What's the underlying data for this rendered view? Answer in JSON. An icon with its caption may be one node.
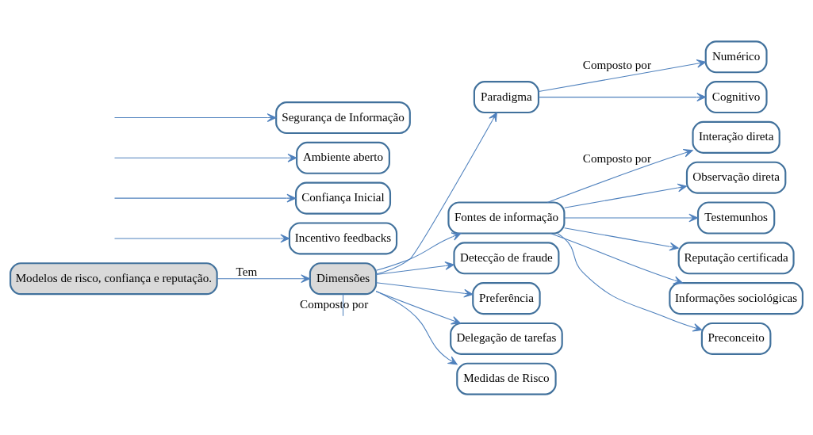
{
  "diagram": {
    "nodes": [
      {
        "text": [
          "Modelos de risco, confiança e reputação."
        ]
      },
      {
        "text": [
          "Dimensões"
        ]
      },
      {
        "text": [
          "Paradigma"
        ]
      },
      {
        "text": [
          "Fontes de informação"
        ]
      },
      {
        "text": [
          "Detecção de fraude"
        ]
      },
      {
        "text": [
          "Preferência"
        ]
      },
      {
        "text": [
          "Delegação de tarefas"
        ]
      },
      {
        "text": [
          "Medidas de Risco"
        ]
      },
      {
        "text": [
          "Numérico"
        ]
      },
      {
        "text": [
          "Cognitivo"
        ]
      },
      {
        "text": [
          "Interação direta"
        ]
      },
      {
        "text": [
          "Observação direta"
        ]
      },
      {
        "text": [
          "Testemunhos"
        ]
      },
      {
        "text": [
          "Reputação certificada"
        ]
      },
      {
        "text": [
          "Informações sociológicas"
        ]
      },
      {
        "text": [
          "Preconceito"
        ]
      },
      {
        "text": [
          "Incentivo feedbacks"
        ]
      },
      {
        "text": [
          "Confiança Inicial"
        ]
      },
      {
        "text": [
          "Ambiente aberto"
        ]
      },
      {
        "text": [
          "Segurança de Informação"
        ]
      }
    ],
    "edges": [
      {
        "from": 0,
        "to": 1,
        "arrow": "to",
        "label": "Tem"
      },
      {
        "from": 1,
        "to": 2,
        "arrow": "to"
      },
      {
        "from": 1,
        "to": 3,
        "arrow": "to"
      },
      {
        "from": 1,
        "to": 4,
        "arrow": "to"
      },
      {
        "from": 1,
        "to": 5,
        "arrow": "to"
      },
      {
        "from": 1,
        "to": 6,
        "arrow": "to"
      },
      {
        "from": 1,
        "to": 7,
        "arrow": "to"
      },
      {
        "from": 2,
        "to": 8,
        "arrow": "to",
        "label": "Composto por"
      },
      {
        "from": 2,
        "to": 9,
        "arrow": "to"
      },
      {
        "from": 3,
        "to": 10,
        "arrow": "to",
        "label": "Composto por"
      },
      {
        "from": 3,
        "to": 11,
        "arrow": "to"
      },
      {
        "from": 3,
        "to": 12,
        "arrow": "to"
      },
      {
        "from": 3,
        "to": 13,
        "arrow": "to"
      },
      {
        "from": 3,
        "to": 14,
        "arrow": "to"
      },
      {
        "from": 3,
        "to": 15,
        "arrow": "to"
      },
      {
        "from": null,
        "to": 16,
        "arrow": "to"
      },
      {
        "from": null,
        "to": 17,
        "arrow": "to"
      },
      {
        "from": null,
        "to": 18,
        "arrow": "to"
      },
      {
        "from": null,
        "to": 19,
        "arrow": "to"
      },
      {
        "from": 1,
        "to": null,
        "arrow": "none",
        "label": "Composto por"
      }
    ]
  }
}
